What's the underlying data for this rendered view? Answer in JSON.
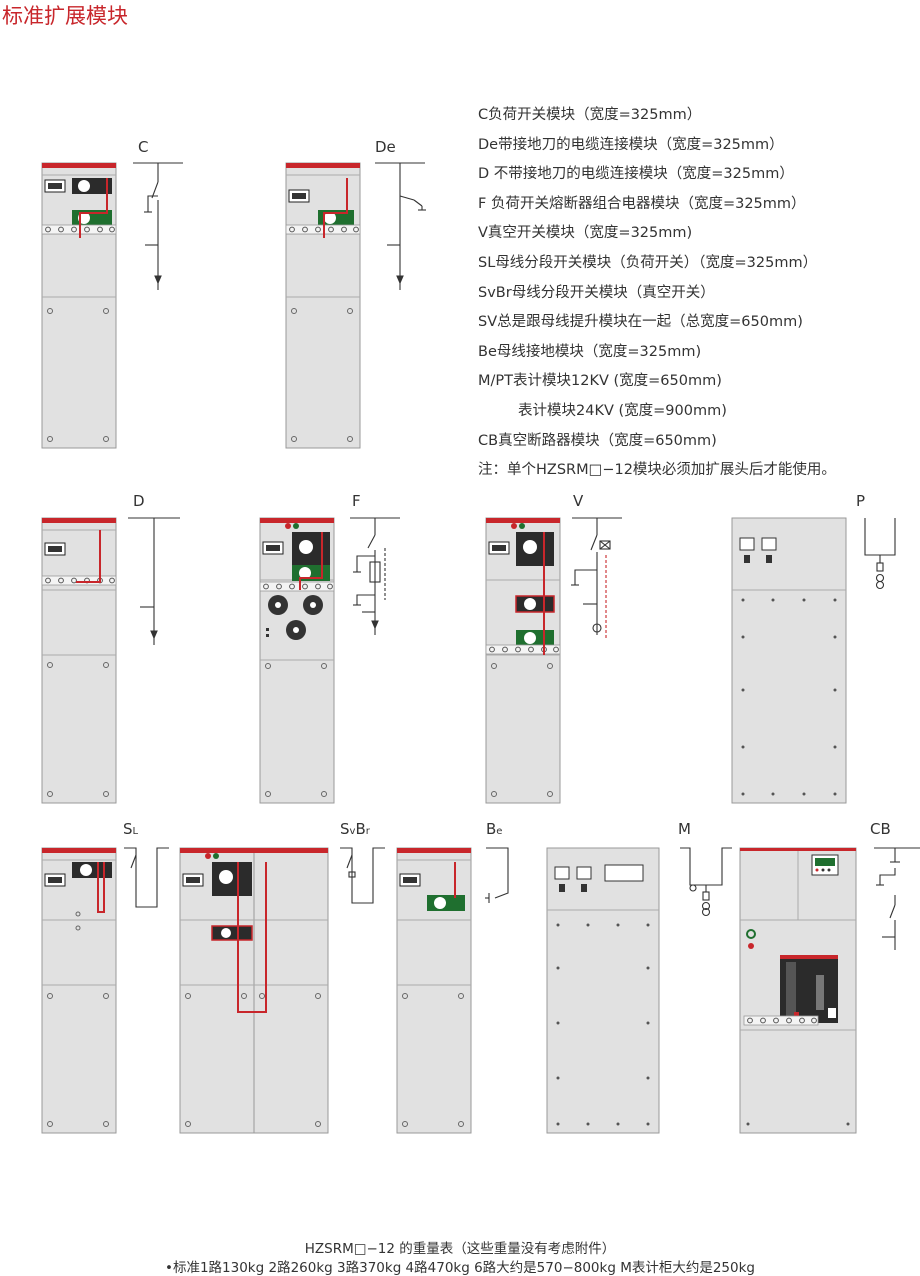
{
  "title": "标准扩展模块",
  "legend": [
    "C负荷开关模块（宽度=325mm）",
    "De带接地刀的电缆连接模块（宽度=325mm）",
    "D 不带接地刀的电缆连接模块（宽度=325mm）",
    "F 负荷开关熔断器组合电器模块（宽度=325mm）",
    "V真空开关模块（宽度=325mm)",
    "SL母线分段开关模块（负荷开关）（宽度=325mm）",
    "SvBr母线分段开关模块（真空开关）",
    "SV总是跟母线提升模块在一起（总宽度=650mm)",
    "Be母线接地模块（宽度=325mm)",
    "M/PT表计模块12KV (宽度=650mm)",
    "表计模块24KV (宽度=900mm)",
    "CB真空断路器模块（宽度=650mm)",
    "注：单个HZSRM□−12模块必须加扩展头后才能使用。"
  ],
  "modules": {
    "c": "C",
    "de": "De",
    "d": "D",
    "f": "F",
    "v": "V",
    "p": "P",
    "sl_main": "S",
    "sl_sub": "L",
    "svbr_s": "S",
    "svbr_v": "v",
    "svbr_b": "B",
    "svbr_r": "r",
    "be_main": "B",
    "be_sub": "e",
    "m": "M",
    "cb": "CB"
  },
  "footer": {
    "line1": "HZSRM□−12 的重量表（这些重量没有考虑附件）",
    "line2": "•标准1路130kg  2路260kg  3路370kg  4路470kg  6路大约是570−800kg  M表计柜大约是250kg"
  },
  "colors": {
    "accent": "#c8262b",
    "cabinet": "#e1e1e1",
    "line": "#333333"
  }
}
